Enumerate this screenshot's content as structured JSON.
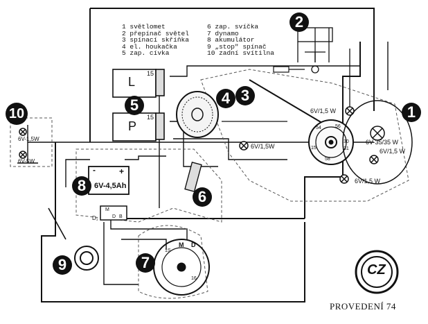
{
  "legend": [
    {
      "num": "1",
      "text": "světlomet"
    },
    {
      "num": "2",
      "text": "přepínač světel"
    },
    {
      "num": "3",
      "text": "spínací skříňka"
    },
    {
      "num": "4",
      "text": "el. houkačka"
    },
    {
      "num": "5",
      "text": "zap. cívka"
    },
    {
      "num": "6",
      "text": "zap. svíčka"
    },
    {
      "num": "7",
      "text": "dynamo"
    },
    {
      "num": "8",
      "text": "akumulátor"
    },
    {
      "num": "9",
      "text": "„stop\" spínač"
    },
    {
      "num": "10",
      "text": "zadní svítilna"
    }
  ],
  "badges": [
    "1",
    "2",
    "3",
    "4",
    "5",
    "6",
    "7",
    "8",
    "9",
    "10"
  ],
  "labels": {
    "coil_l": "L",
    "coil_p": "P",
    "coil_l_t15": "15",
    "coil_p_t15": "15",
    "battery": "6V-4,5Ah",
    "battery_plus": "+",
    "battery_minus": "-",
    "headlamp_main": "6V-35/35 W",
    "headlamp_pos": "6V/1,5 W",
    "switch_top": "6V/1,5 W",
    "lamp_left": "6V/1,5W",
    "lamp_low": "6V/1,5 W",
    "tail_top": "6V-1,5W",
    "tail_bottom": "6V-5W",
    "sw_54": "54",
    "sw_56": "56",
    "sw_15": "15",
    "sw_30": "30",
    "sw_31": "31",
    "sw_58": "58",
    "reg_m": "M",
    "reg_d": "D",
    "reg_b": "B",
    "reg_d1": "D₁",
    "dyn_m": "M",
    "dyn_d": "D",
    "dyn_16": "16",
    "dyn_15": "1S",
    "footer": "PROVEDENÍ 74"
  },
  "logo": "CZ"
}
